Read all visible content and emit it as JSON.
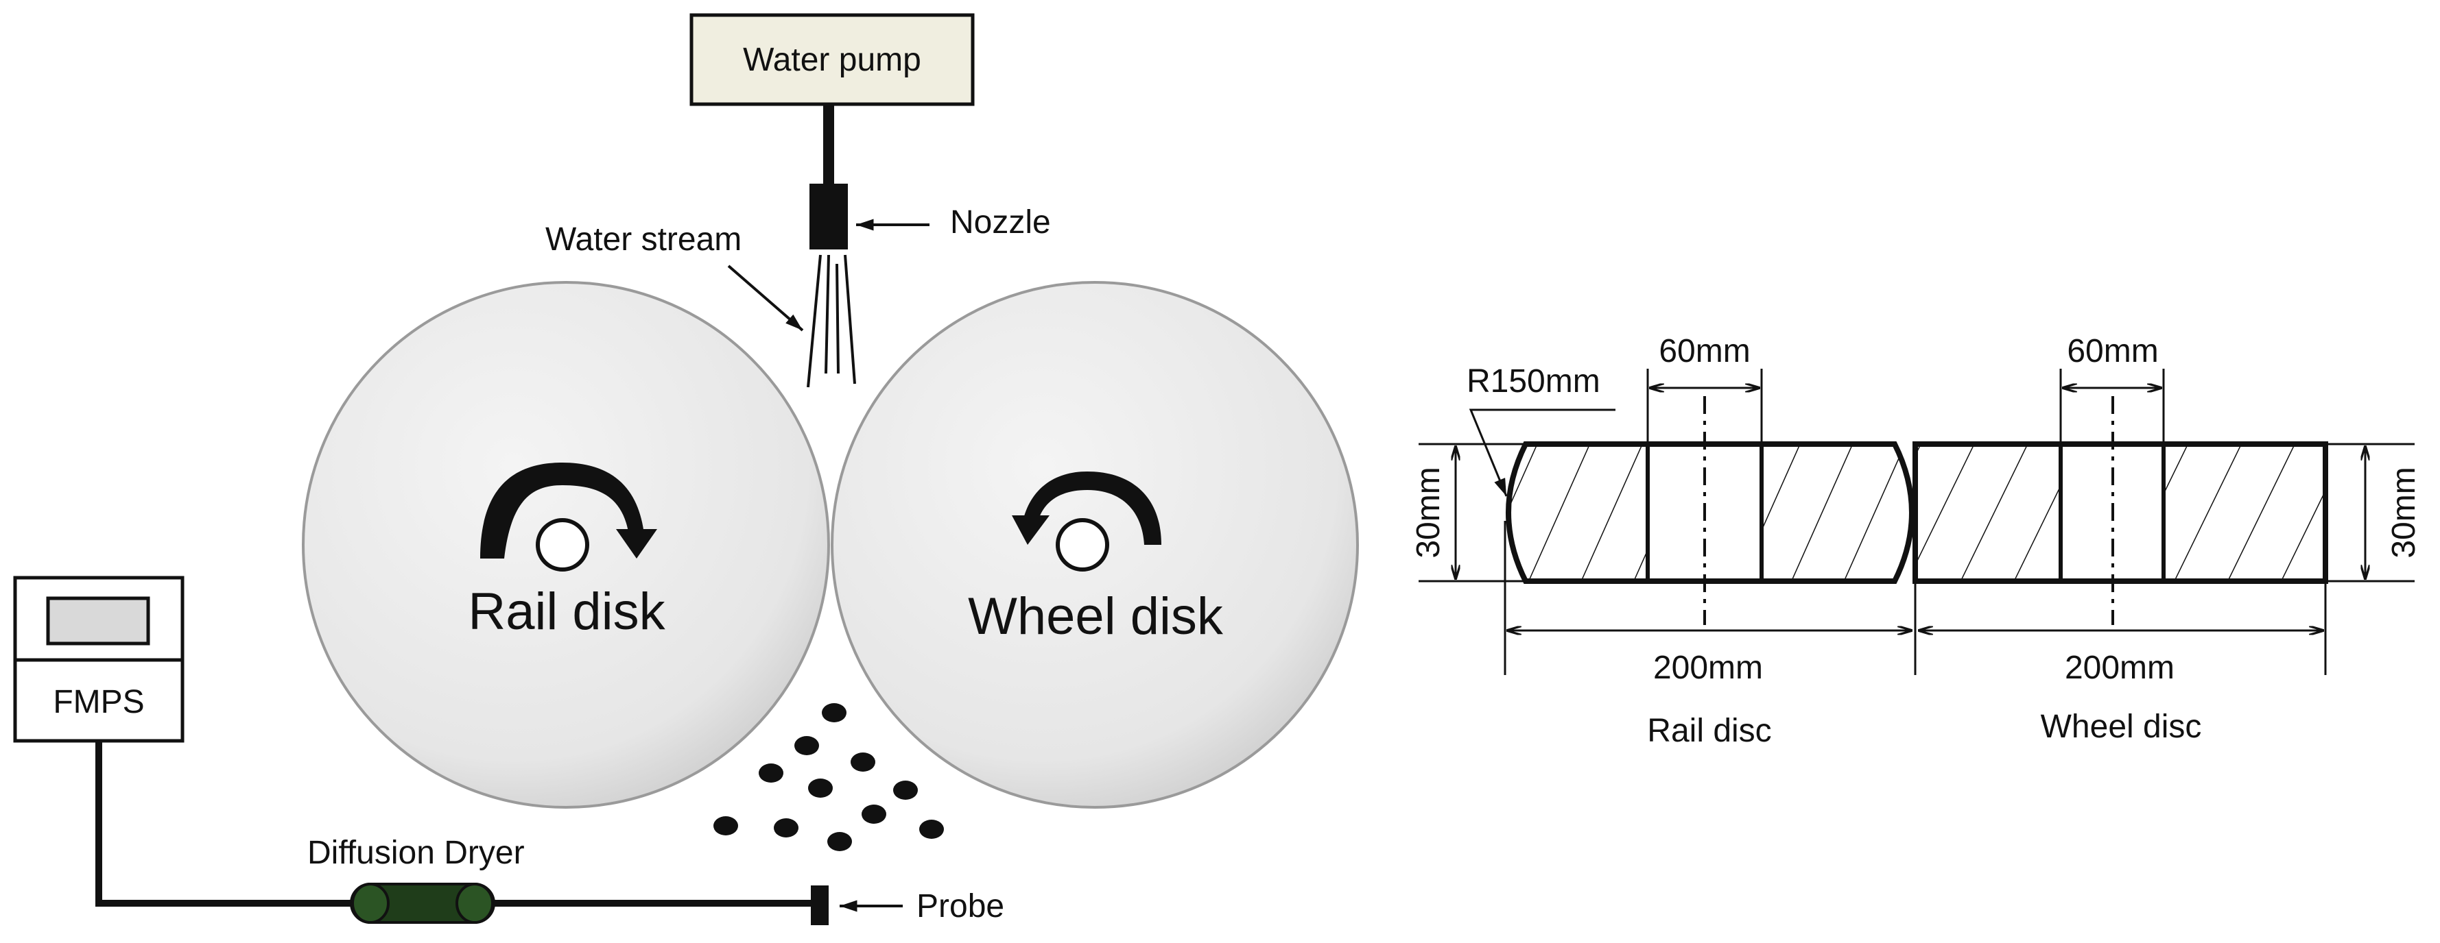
{
  "setup": {
    "water_pump": "Water pump",
    "nozzle": "Nozzle",
    "water_stream": "Water stream",
    "rail_disk": "Rail disk",
    "wheel_disk": "Wheel disk",
    "fmps": "FMPS",
    "diffusion_dryer": "Diffusion Dryer",
    "probe": "Probe"
  },
  "dimensions": {
    "radius": "R150mm",
    "rail_bore": "60mm",
    "wheel_bore": "60mm",
    "rail_thickness": "30mm",
    "wheel_thickness": "30mm",
    "rail_diameter": "200mm",
    "wheel_diameter": "200mm",
    "rail_caption": "Rail disc",
    "wheel_caption": "Wheel disc"
  },
  "colors": {
    "disk_fill": "#e9e9e9",
    "pump_fill": "#f0eee0",
    "screen_fill": "#d9d9d9",
    "dryer_fill": "#1f3d1a"
  }
}
